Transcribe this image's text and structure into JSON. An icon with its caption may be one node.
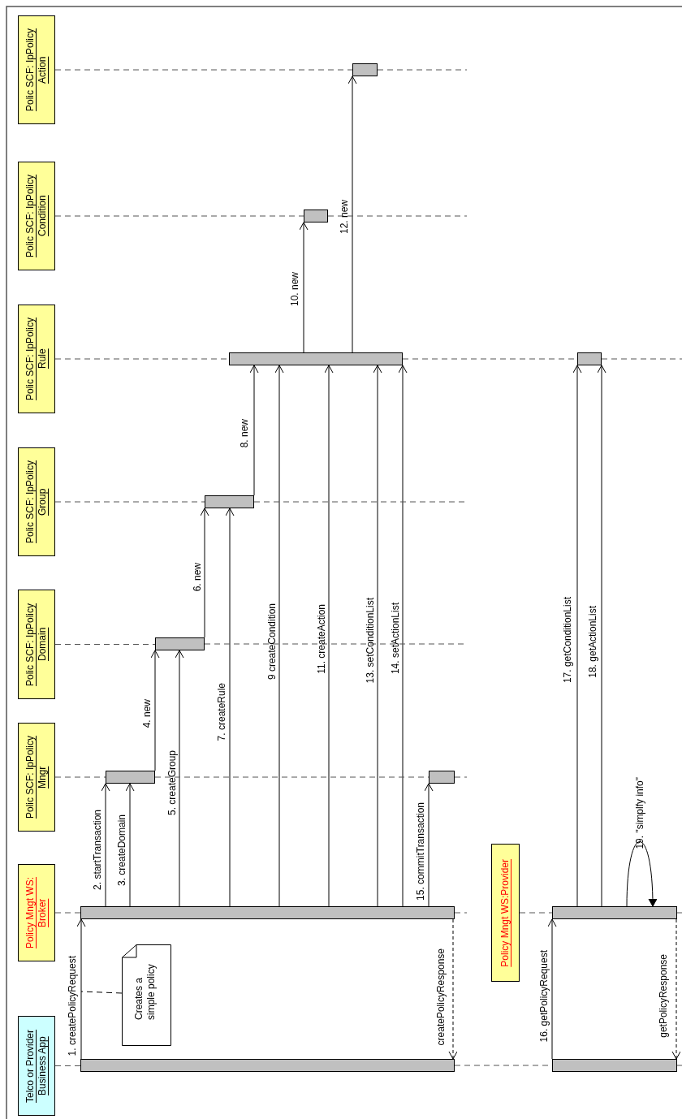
{
  "diagram": {
    "nodes": [
      {
        "text": [
          "Telco or Provider Business App"
        ]
      },
      {
        "text": [
          "Policy Mngt WS: Broker"
        ]
      },
      {
        "text": [
          "Polic SCF: IpPolicy Mngr"
        ]
      },
      {
        "text": [
          "Polic SCF: IpPolicy Domain"
        ]
      },
      {
        "text": [
          "Polic SCF: IpPolicy Group"
        ]
      },
      {
        "text": [
          "Polic SCF: IpPolicy Rule"
        ]
      },
      {
        "text": [
          "Polic SCF: IpPolicy Condition"
        ]
      },
      {
        "text": [
          "Polic SCF: IpPolicy Action"
        ]
      },
      {
        "text": [
          "Policy Mngt WS:Provider"
        ]
      },
      {
        "text": [
          "Creates a simple policy"
        ]
      },
      {
        "text": [],
        "shape": "bar"
      },
      {
        "text": [],
        "shape": "bar"
      },
      {
        "text": [],
        "shape": "bar"
      },
      {
        "text": [],
        "shape": "bar"
      },
      {
        "text": [],
        "shape": "bar"
      },
      {
        "text": [],
        "shape": "bar"
      },
      {
        "text": [],
        "shape": "bar"
      },
      {
        "text": [],
        "shape": "bar"
      },
      {
        "text": [],
        "shape": "bar"
      },
      {
        "text": [],
        "shape": "bar"
      },
      {
        "text": [],
        "shape": "bar"
      },
      {
        "text": [],
        "shape": "bar"
      }
    ],
    "edges": [
      {
        "from": 10,
        "to": 11,
        "arrow": "to",
        "label": "1. createPolicyRequest"
      },
      {
        "from": 11,
        "to": 12,
        "arrow": "to",
        "label": "2. startTransaction"
      },
      {
        "from": 11,
        "to": 12,
        "arrow": "to",
        "label": "3. createDomain"
      },
      {
        "from": 12,
        "to": 13,
        "arrow": "to",
        "label": "4. new"
      },
      {
        "from": 11,
        "to": 13,
        "arrow": "to",
        "label": "5. createGroup"
      },
      {
        "from": 13,
        "to": 14,
        "arrow": "to",
        "label": "6. new"
      },
      {
        "from": 11,
        "to": 14,
        "arrow": "to",
        "label": "7. createRule"
      },
      {
        "from": 14,
        "to": 15,
        "arrow": "to",
        "label": "8. new"
      },
      {
        "from": 11,
        "to": 15,
        "arrow": "to",
        "label": "9 createCondition"
      },
      {
        "from": 15,
        "to": 16,
        "arrow": "to",
        "label": "10. new"
      },
      {
        "from": 11,
        "to": 15,
        "arrow": "to",
        "label": "11. createAction"
      },
      {
        "from": 15,
        "to": 17,
        "arrow": "to",
        "label": "12. new"
      },
      {
        "from": 11,
        "to": 15,
        "arrow": "to",
        "label": "13. setConditionList"
      },
      {
        "from": 11,
        "to": 15,
        "arrow": "to",
        "label": "14. setActionList"
      },
      {
        "from": 11,
        "to": 18,
        "arrow": "to",
        "label": "15. commitTransaction"
      },
      {
        "from": 11,
        "to": 10,
        "arrow": "to",
        "label": "createPolicyResponse",
        "style": "dashed"
      },
      {
        "from": 19,
        "to": 20,
        "arrow": "to",
        "label": "16. getPolicyRequest"
      },
      {
        "from": 20,
        "to": 21,
        "arrow": "to",
        "label": "17. getConditionList"
      },
      {
        "from": 20,
        "to": 21,
        "arrow": "to",
        "label": "18. getActionList"
      },
      {
        "from": 20,
        "to": 20,
        "arrow": "to",
        "label": "19. \"simplfy info\""
      },
      {
        "from": 20,
        "to": 19,
        "arrow": "to",
        "label": "getPolicyResponse",
        "style": "dashed"
      },
      {
        "from": 9,
        "to": null,
        "arrow": "none",
        "style": "dashed"
      },
      {
        "from": 0,
        "to": 10,
        "arrow": "none",
        "style": "dashed",
        "color": "#555555"
      },
      {
        "from": 10,
        "to": 19,
        "arrow": "none",
        "style": "dashed",
        "color": "#555555"
      },
      {
        "from": 19,
        "to": null,
        "arrow": "none",
        "style": "dashed",
        "color": "#555555"
      },
      {
        "from": 1,
        "to": 11,
        "arrow": "none",
        "style": "dashed",
        "color": "#555555"
      },
      {
        "from": 11,
        "to": null,
        "arrow": "none",
        "style": "dashed",
        "color": "#555555"
      },
      {
        "from": 8,
        "to": 20,
        "arrow": "none",
        "style": "dashed",
        "color": "#555555"
      },
      {
        "from": 20,
        "to": null,
        "arrow": "none",
        "style": "dashed",
        "color": "#555555"
      },
      {
        "from": 2,
        "to": 12,
        "arrow": "none",
        "style": "dashed",
        "color": "#555555"
      },
      {
        "from": 12,
        "to": 18,
        "arrow": "none",
        "style": "dashed",
        "color": "#555555"
      },
      {
        "from": 18,
        "to": null,
        "arrow": "none",
        "style": "dashed",
        "color": "#555555"
      },
      {
        "from": 3,
        "to": 13,
        "arrow": "none",
        "style": "dashed",
        "color": "#555555"
      },
      {
        "from": 13,
        "to": null,
        "arrow": "none",
        "style": "dashed",
        "color": "#555555"
      },
      {
        "from": 4,
        "to": 14,
        "arrow": "none",
        "style": "dashed",
        "color": "#555555"
      },
      {
        "from": 14,
        "to": null,
        "arrow": "none",
        "style": "dashed",
        "color": "#555555"
      },
      {
        "from": 5,
        "to": 15,
        "arrow": "none",
        "style": "dashed",
        "color": "#555555"
      },
      {
        "from": 15,
        "to": 21,
        "arrow": "none",
        "style": "dashed",
        "color": "#555555"
      },
      {
        "from": 21,
        "to": null,
        "arrow": "none",
        "style": "dashed",
        "color": "#555555"
      },
      {
        "from": 6,
        "to": 16,
        "arrow": "none",
        "style": "dashed",
        "color": "#555555"
      },
      {
        "from": 16,
        "to": null,
        "arrow": "none",
        "style": "dashed",
        "color": "#555555"
      },
      {
        "from": 7,
        "to": 17,
        "arrow": "none",
        "style": "dashed",
        "color": "#555555"
      },
      {
        "from": 17,
        "to": null,
        "arrow": "none",
        "style": "dashed",
        "color": "#555555"
      }
    ]
  }
}
